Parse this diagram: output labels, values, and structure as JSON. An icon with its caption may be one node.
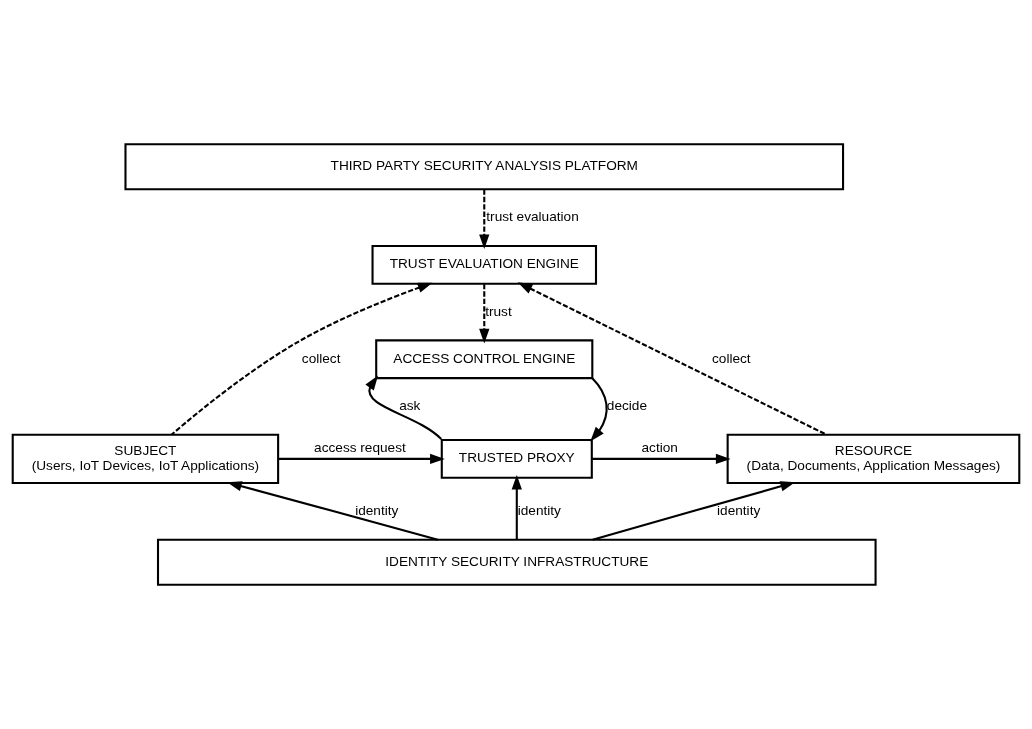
{
  "diagram": {
    "nodes": [
      {
        "text": [
          "THIRD PARTY SECURITY ANALYSIS PLATFORM"
        ]
      },
      {
        "text": [
          "TRUST EVALUATION ENGINE"
        ]
      },
      {
        "text": [
          "ACCESS CONTROL ENGINE"
        ]
      },
      {
        "text": [
          "SUBJECT",
          "(Users, IoT Devices, IoT Applications)"
        ]
      },
      {
        "text": [
          "TRUSTED PROXY"
        ]
      },
      {
        "text": [
          "RESOURCE",
          "(Data, Documents, Application Messages)"
        ]
      },
      {
        "text": [
          "IDENTITY SECURITY INFRASTRUCTURE"
        ]
      }
    ],
    "edges": [
      {
        "from": 0,
        "to": 1,
        "arrow": "to",
        "label": "trust evaluation",
        "style": "dashed"
      },
      {
        "from": 3,
        "to": 1,
        "arrow": "to",
        "label": "collect",
        "style": "dashed"
      },
      {
        "from": 5,
        "to": 1,
        "arrow": "to",
        "label": "collect",
        "style": "dashed"
      },
      {
        "from": 1,
        "to": 2,
        "arrow": "to",
        "label": "trust",
        "style": "dashed"
      },
      {
        "from": 4,
        "to": 2,
        "arrow": "to",
        "label": "ask"
      },
      {
        "from": 2,
        "to": 4,
        "arrow": "to",
        "label": "decide"
      },
      {
        "from": 3,
        "to": 4,
        "arrow": "to",
        "label": "access request"
      },
      {
        "from": 4,
        "to": 5,
        "arrow": "to",
        "label": "action"
      },
      {
        "from": 6,
        "to": 3,
        "arrow": "to",
        "label": "identity"
      },
      {
        "from": 6,
        "to": 4,
        "arrow": "to",
        "label": "identity"
      },
      {
        "from": 6,
        "to": 5,
        "arrow": "to",
        "label": "identity"
      }
    ]
  }
}
